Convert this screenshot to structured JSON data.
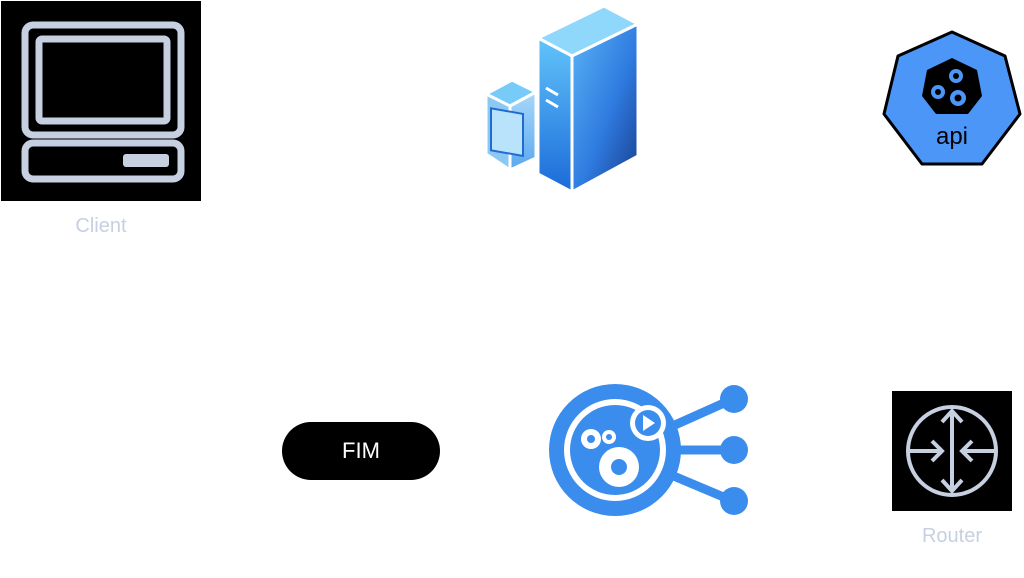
{
  "nodes": {
    "client": {
      "label": "Client",
      "icon": "computer-terminal-icon"
    },
    "server": {
      "icon": "server-tower-icon"
    },
    "api": {
      "label": "api",
      "icon": "api-gears-heptagon-icon"
    },
    "fim": {
      "label": "FIM"
    },
    "automation": {
      "icon": "automation-gears-hub-icon"
    },
    "router": {
      "label": "Router",
      "icon": "router-arrows-icon"
    }
  },
  "colors": {
    "label_muted": "#c6d0e1",
    "icon_stroke": "#c6d0e1",
    "accent_blue": "#3b8ded",
    "api_blue": "#4c96f7"
  }
}
